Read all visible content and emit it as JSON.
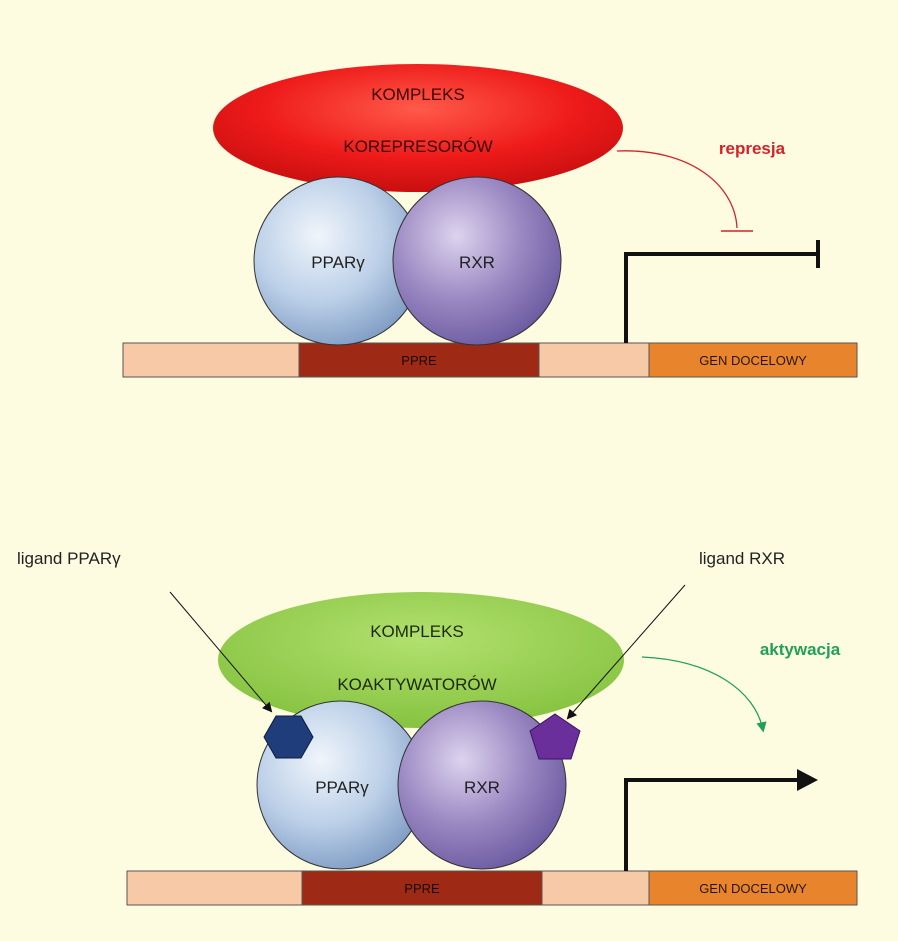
{
  "top_panel": {
    "complex_line1": "KOMPLEKS",
    "complex_line2": "KOREPRESORÓW",
    "receptor_left": "PPARγ",
    "receptor_right": "RXR",
    "response_element": "PPRE",
    "target_gene": "GEN DOCELOWY",
    "effect_label": "represja"
  },
  "bottom_panel": {
    "complex_line1": "KOMPLEKS",
    "complex_line2": "KOAKTYWATORÓW",
    "receptor_left": "PPARγ",
    "receptor_right": "RXR",
    "response_element": "PPRE",
    "target_gene": "GEN DOCELOWY",
    "effect_label": "aktywacja",
    "ligand_left_label": "ligand PPARγ",
    "ligand_right_label": "ligand RXR"
  },
  "colors": {
    "background": "#fdfbe0",
    "corepressor": "#e81c1c",
    "coactivator": "#94cf4e",
    "ppar": "#b7cde6",
    "rxr": "#8e7bb6",
    "ppre": "#9e2a15",
    "dna": "#f7c9a6",
    "gene": "#e8852c",
    "repression_text": "#d2232a",
    "activation_text": "#22a05a",
    "ligand_ppar": "#1f3d7a",
    "ligand_rxr": "#6a2f9a"
  }
}
